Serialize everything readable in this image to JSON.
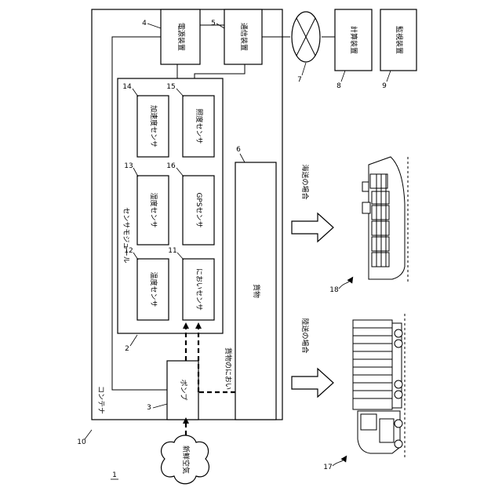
{
  "labels": {
    "power": "電源装置",
    "comm": "通信装置",
    "calc": "計算装置",
    "monitor": "監視装置",
    "accel_sensor": "加速度センサ",
    "illum_sensor": "照度センサ",
    "humidity_sensor": "湿度センサ",
    "gps_sensor": "GPSセンサ",
    "temp_sensor": "温度センサ",
    "odor_sensor": "においセンサ",
    "sensor_module": "センサモジュール",
    "cargo": "貨物",
    "pump": "ポンプ",
    "container": "コンテナ",
    "fresh_air": "新鮮空気",
    "cargo_odor": "貨物のにおい",
    "sea_transport": "海送の場合",
    "land_transport": "陸送の場合"
  },
  "refs": {
    "system": "1",
    "sensor_module": "2",
    "pump": "3",
    "power": "4",
    "comm": "5",
    "cargo": "6",
    "network": "7",
    "calc": "8",
    "monitor": "9",
    "container": "10",
    "odor_sensor": "11",
    "temp_sensor": "12",
    "humidity_sensor": "13",
    "accel_sensor": "14",
    "illum_sensor": "15",
    "gps_sensor": "16",
    "truck": "17",
    "ship": "18"
  },
  "icons": {
    "network": "network-x-icon",
    "cloud": "cloud-icon",
    "ship": "container-ship-icon",
    "truck": "container-truck-icon",
    "arrow": "block-arrow-icon"
  }
}
